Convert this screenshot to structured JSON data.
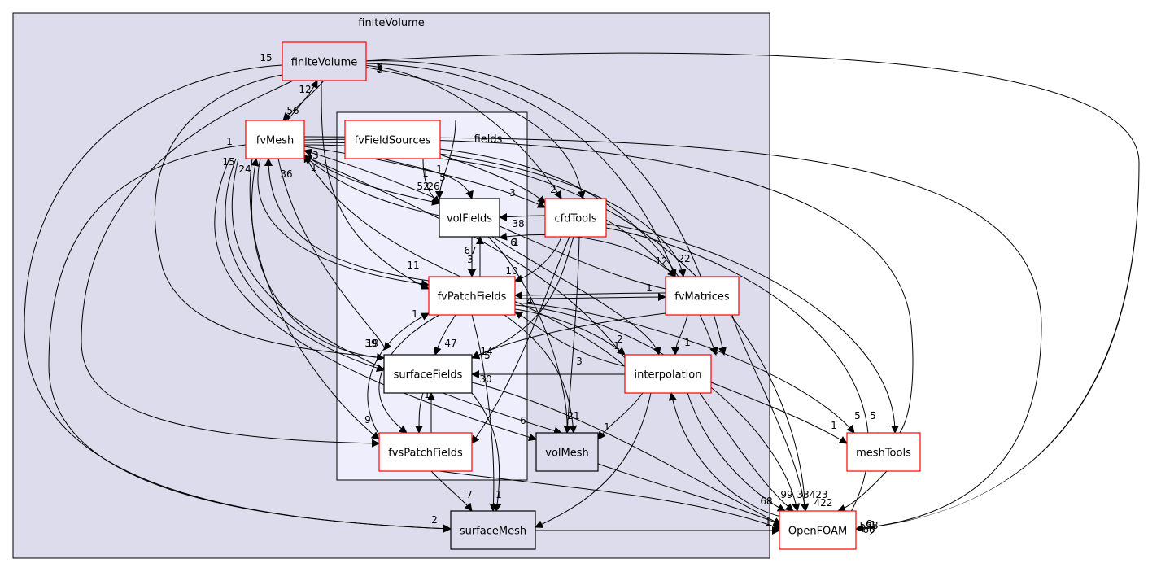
{
  "diagram": {
    "title": "",
    "colors": {
      "outer_cluster_fill": "#dcdcec",
      "inner_cluster_fill": "#eeeefc",
      "cluster_stroke": "#000000",
      "node_red_border": "#ff0000",
      "node_black_border": "#000000",
      "node_white_fill": "#ffffff",
      "node_grey_fill": "#dcdcec",
      "edge_color": "#000000"
    },
    "clusters": [
      {
        "id": "outer",
        "label": "finiteVolume",
        "style": "outer"
      },
      {
        "id": "inner",
        "label": "fields",
        "style": "inner"
      }
    ],
    "nodes": [
      {
        "id": "finiteVolume",
        "label": "finiteVolume",
        "fill": "grey",
        "border": "red"
      },
      {
        "id": "fvMesh",
        "label": "fvMesh",
        "fill": "white",
        "border": "red"
      },
      {
        "id": "fvFieldSources",
        "label": "fvFieldSources",
        "fill": "white",
        "border": "red"
      },
      {
        "id": "volFields",
        "label": "volFields",
        "fill": "white",
        "border": "black"
      },
      {
        "id": "cfdTools",
        "label": "cfdTools",
        "fill": "white",
        "border": "red"
      },
      {
        "id": "fvPatchFields",
        "label": "fvPatchFields",
        "fill": "white",
        "border": "red"
      },
      {
        "id": "fvMatrices",
        "label": "fvMatrices",
        "fill": "white",
        "border": "red"
      },
      {
        "id": "surfaceFields",
        "label": "surfaceFields",
        "fill": "white",
        "border": "black"
      },
      {
        "id": "interpolation",
        "label": "interpolation",
        "fill": "white",
        "border": "red"
      },
      {
        "id": "fvsPatchFields",
        "label": "fvsPatchFields",
        "fill": "white",
        "border": "red"
      },
      {
        "id": "volMesh",
        "label": "volMesh",
        "fill": "grey",
        "border": "black"
      },
      {
        "id": "surfaceMesh",
        "label": "surfaceMesh",
        "fill": "grey",
        "border": "black"
      },
      {
        "id": "meshTools",
        "label": "meshTools",
        "fill": "white",
        "border": "red"
      },
      {
        "id": "OpenFOAM",
        "label": "OpenFOAM",
        "fill": "white",
        "border": "red"
      }
    ],
    "edge_labels": [
      "15",
      "12",
      "56",
      "1",
      "5",
      "8",
      "3",
      "24",
      "36",
      "15",
      "1",
      "3",
      "2",
      "52",
      "26",
      "1",
      "38",
      "3",
      "5",
      "1",
      "67",
      "3",
      "10",
      "11",
      "12",
      "22",
      "1",
      "4",
      "47",
      "39",
      "19",
      "14",
      "5",
      "30",
      "2",
      "1",
      "8",
      "1",
      "3",
      "1",
      "9",
      "6",
      "1",
      "21",
      "1",
      "7",
      "1",
      "2",
      "5",
      "1",
      "99",
      "334",
      "23",
      "68",
      "1",
      "5",
      "422",
      "598",
      "2",
      "1",
      "6",
      "1",
      "6",
      "1",
      "1",
      "6",
      "60"
    ]
  }
}
